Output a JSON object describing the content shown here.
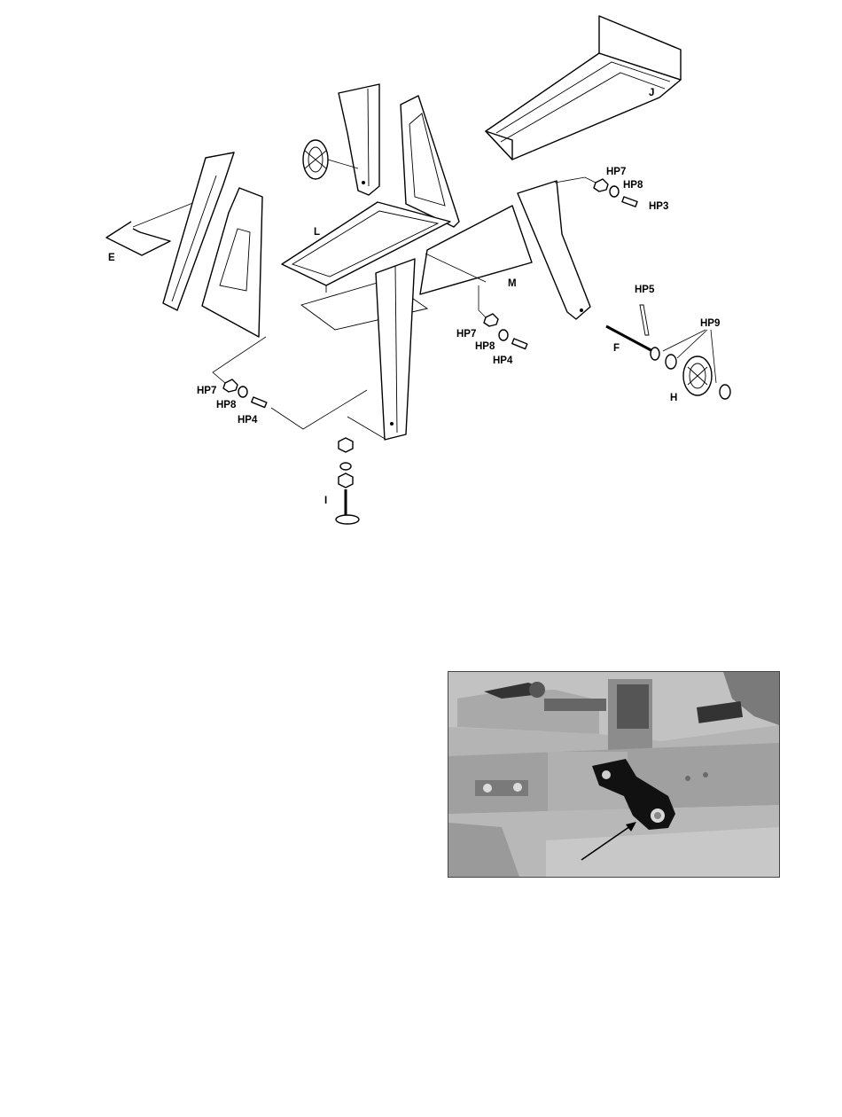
{
  "diagram": {
    "labels": {
      "E": "E",
      "L": "L",
      "J": "J",
      "M": "M",
      "F": "F",
      "H": "H",
      "I": "I",
      "HP3": "HP3",
      "HP4_left": "HP4",
      "HP4_mid": "HP4",
      "HP5": "HP5",
      "HP7_right": "HP7",
      "HP7_mid": "HP7",
      "HP7_left": "HP7",
      "HP8_right": "HP8",
      "HP8_mid": "HP8",
      "HP8_left": "HP8",
      "HP9": "HP9"
    }
  },
  "photo": {
    "description_colors": {
      "casting": "#a8a8a8",
      "bracket": "#111111",
      "arrow": "#000000"
    }
  }
}
